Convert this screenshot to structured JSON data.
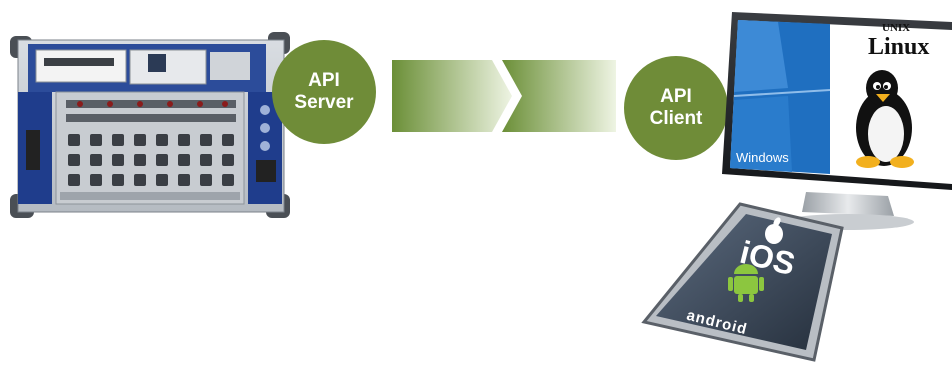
{
  "server_badge": {
    "line1": "API",
    "line2": "Server"
  },
  "client_badge": {
    "line1": "API",
    "line2": "Client"
  },
  "monitor": {
    "unix_label": "UNIX",
    "linux_label": "Linux",
    "windows_label": "Windows"
  },
  "phone": {
    "ios_label": "iOS",
    "android_label": "android"
  },
  "colors": {
    "badge_green": "#6f8c38",
    "arrow_dark": "#6b8f37",
    "arrow_light": "#eef4e3",
    "windows_blue": "#1f6fc0"
  },
  "icons": [
    "data-acquisition-device",
    "flow-arrow",
    "desktop-monitor",
    "windows-logo",
    "tux-penguin-icon",
    "apple-icon",
    "android-robot-icon",
    "mobile-phone"
  ]
}
